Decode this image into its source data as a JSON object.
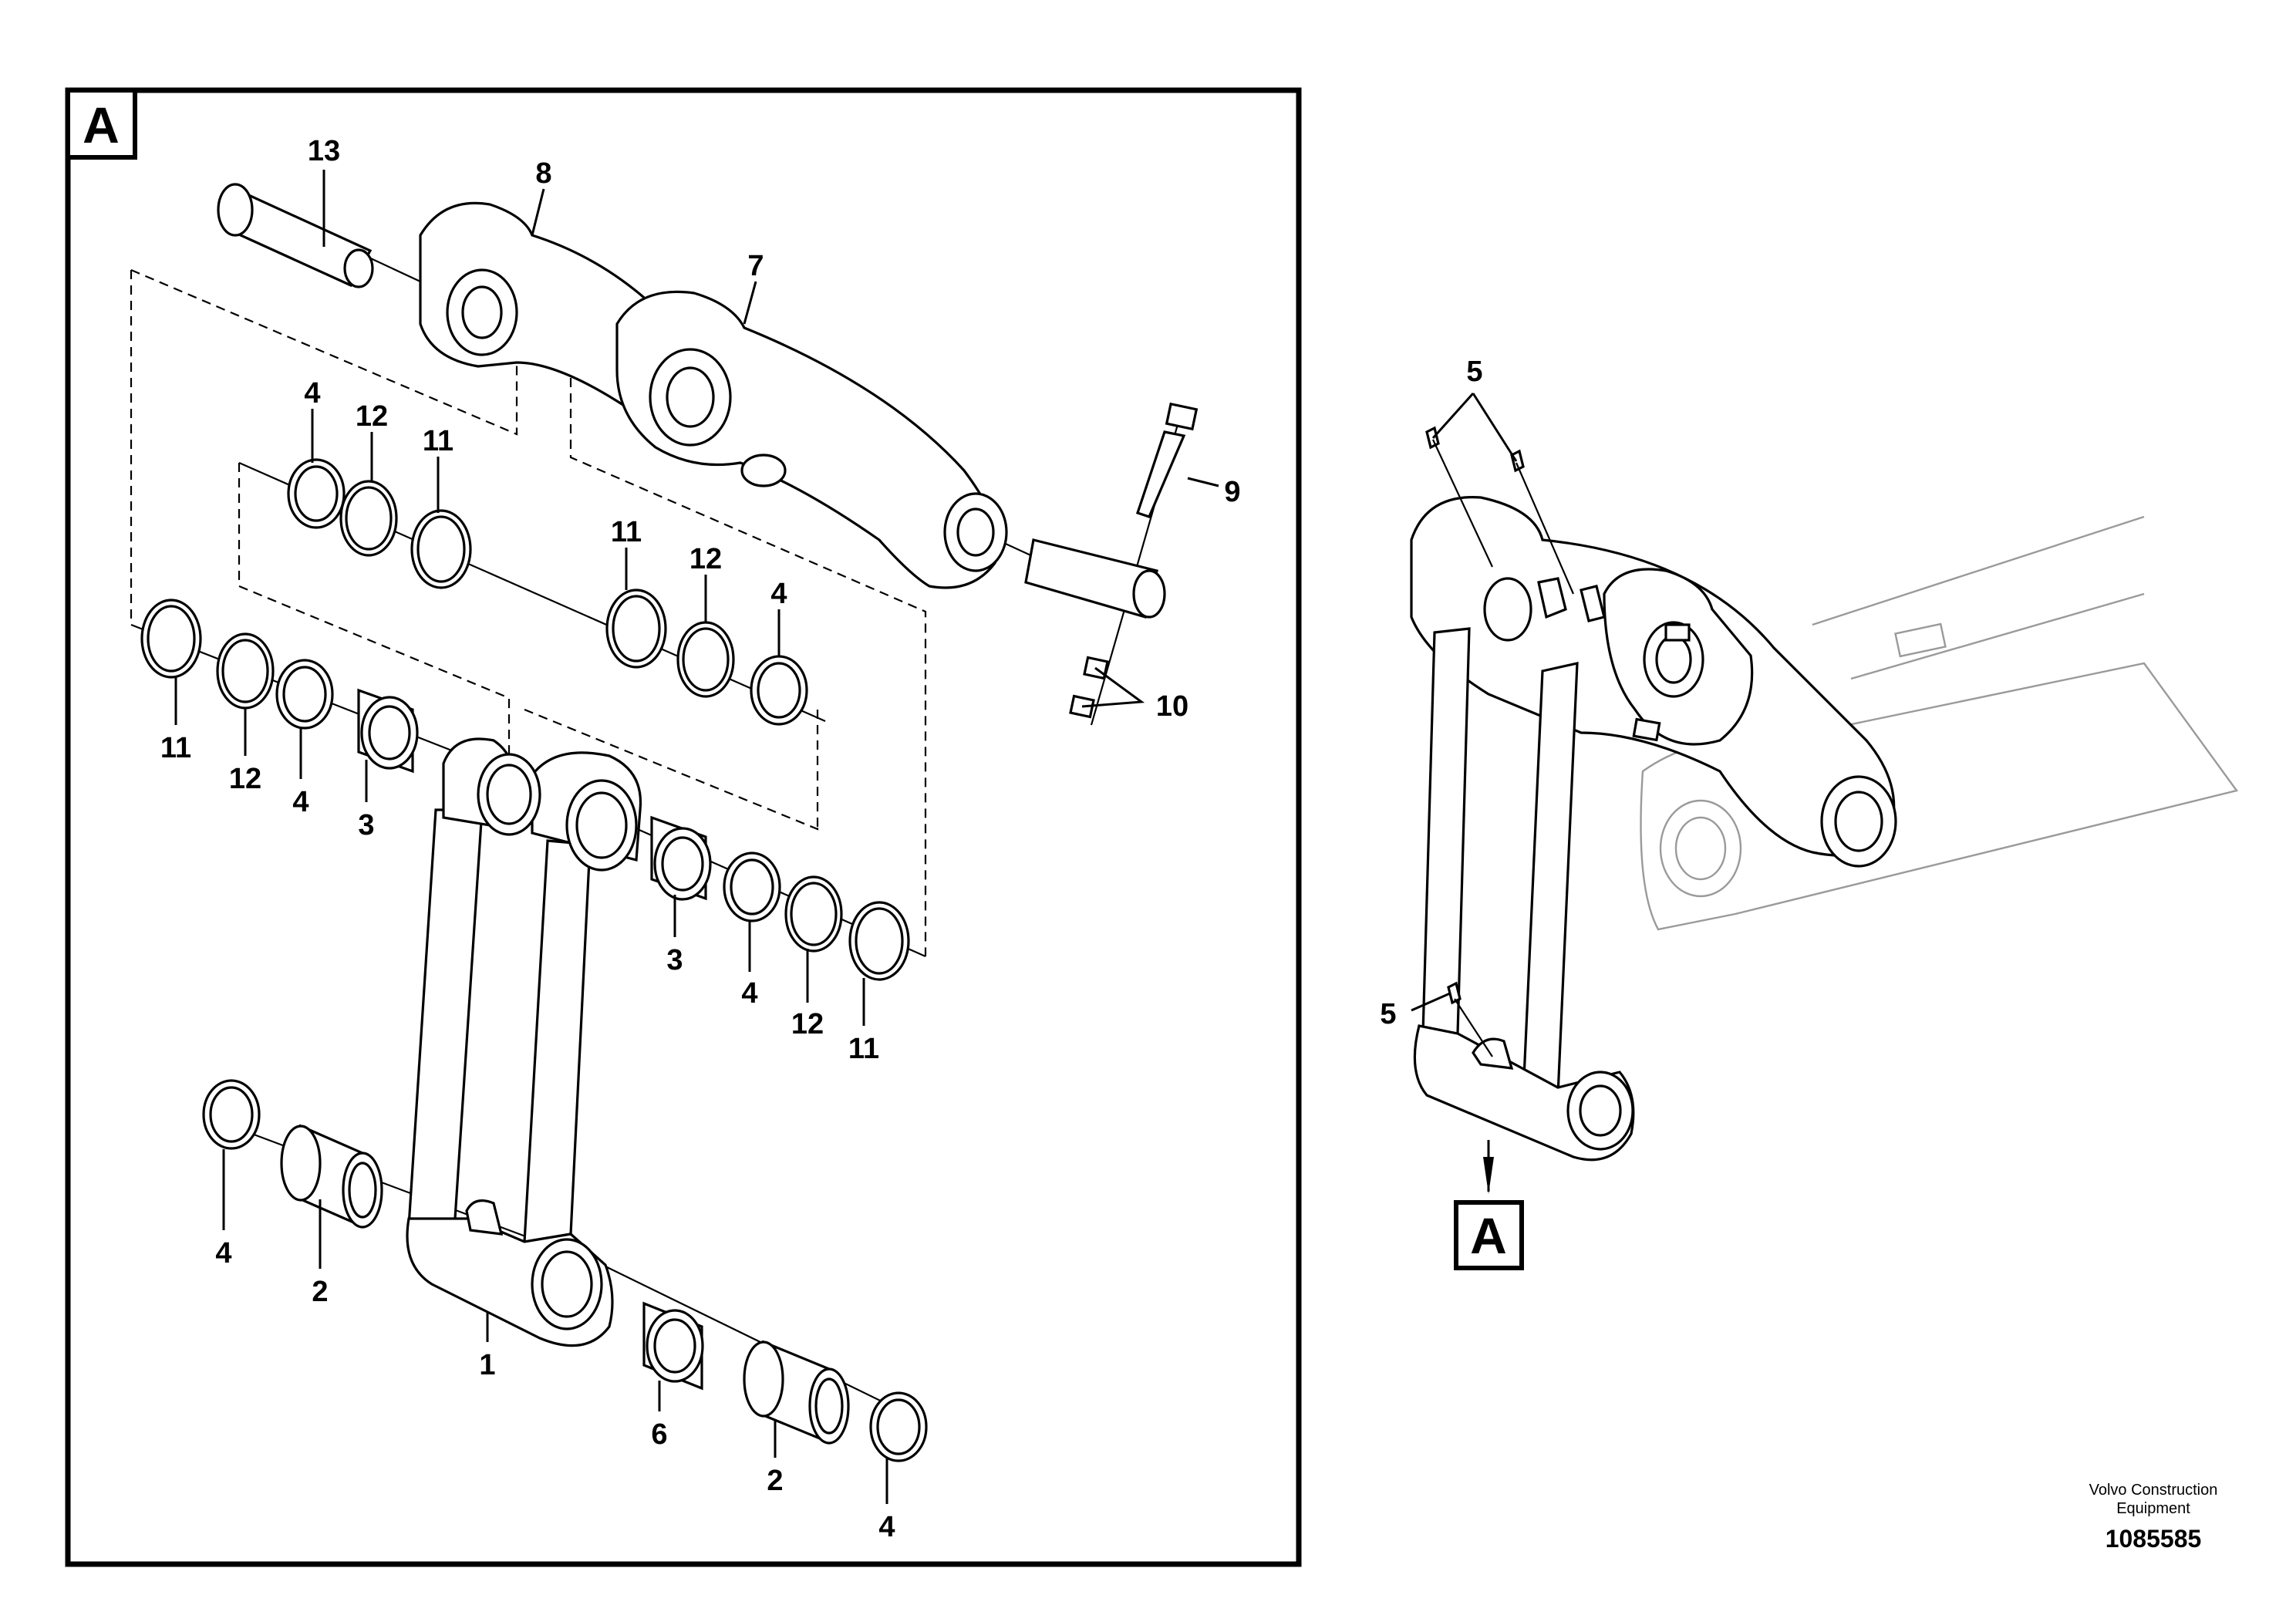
{
  "detail_view": {
    "marker": "A",
    "callouts": [
      "13",
      "8",
      "7",
      "9",
      "10",
      "4",
      "12",
      "11",
      "11",
      "12",
      "4",
      "11",
      "12",
      "4",
      "3",
      "3",
      "4",
      "12",
      "11",
      "4",
      "2",
      "1",
      "6",
      "2",
      "4"
    ]
  },
  "overview": {
    "marker": "A",
    "callouts": [
      "5",
      "5"
    ]
  },
  "footer": {
    "company_line1": "Volvo Construction",
    "company_line2": "Equipment",
    "drawing_number": "1085585"
  }
}
